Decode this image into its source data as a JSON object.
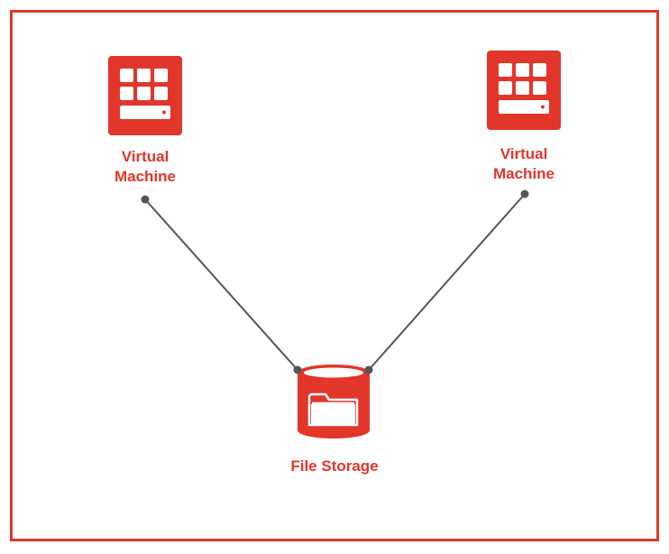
{
  "colors": {
    "accent": "#e2362b",
    "connector": "#555555",
    "background": "#ffffff"
  },
  "nodes": {
    "vm_left": {
      "icon": "virtual-machine-icon",
      "label_line1": "Virtual",
      "label_line2": "Machine"
    },
    "vm_right": {
      "icon": "virtual-machine-icon",
      "label_line1": "Virtual",
      "label_line2": "Machine"
    },
    "storage": {
      "icon": "file-storage-icon",
      "label": "File Storage"
    }
  },
  "edges": [
    {
      "from": "vm_left",
      "to": "storage"
    },
    {
      "from": "vm_right",
      "to": "storage"
    }
  ]
}
